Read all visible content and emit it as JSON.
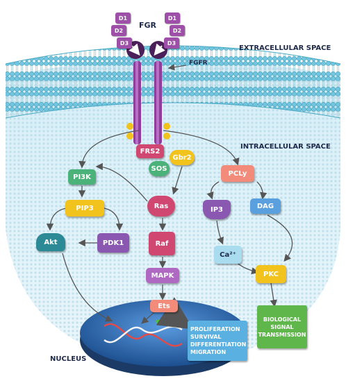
{
  "labels": {
    "ligand": "FGR",
    "receptor": "FGFR",
    "extracellular": "EXTRACELLULAR SPACE",
    "intracellular": "INTRACELLULAR SPACE",
    "nucleus": "NUCLEUS"
  },
  "receptor_domains": {
    "left": [
      "D1",
      "D2",
      "D3"
    ],
    "right": [
      "D1",
      "D2",
      "D3"
    ]
  },
  "nodes": {
    "frs2": "FRS2",
    "gbr2": "Gbr2",
    "sos": "SOS",
    "pi3k": "PI3K",
    "pip3": "PIP3",
    "akt": "Akt",
    "pdk1": "PDK1",
    "ras": "Ras",
    "raf": "Raf",
    "mapk": "MAPK",
    "ets": "Ets",
    "plcy": "PCLy",
    "ip3": "IP3",
    "dag": "DAG",
    "ca": "Ca²⁺",
    "pkc": "PKC"
  },
  "outcomes": [
    "PROLIFERATION",
    "SURVIVAL",
    "DIFFERENTIATION",
    "MIGRATION"
  ],
  "biological_signal": [
    "BIOLOGICAL",
    "SIGNAL",
    "TRANSMISSION"
  ],
  "colors": {
    "membrane": "#7fd0e6",
    "cytoplasm": "#dff1f8",
    "receptor": "#8e3d9b",
    "pi3k_branch": "#4bb27a",
    "ras_branch": "#d04872",
    "pcl_branch": "#f28b7a",
    "yellow": "#f2c21d",
    "purple": "#8a58b0",
    "teal": "#2b8a95",
    "nucleus": "#2f6fb4",
    "outcome_box": "#5ab0e0",
    "signal_box": "#5fb64a"
  }
}
